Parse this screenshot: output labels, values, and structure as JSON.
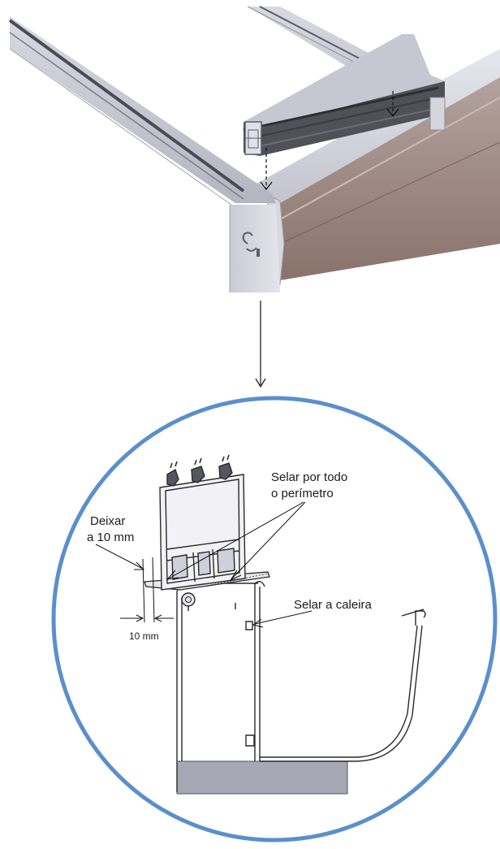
{
  "annotations": {
    "deixar_line1": "Deixar",
    "deixar_line2": "a 10 mm",
    "selar_perimetro_line1": "Selar por todo",
    "selar_perimetro_line2": "o perímetro",
    "selar_caleira": "Selar a caleira",
    "dimension": "10 mm"
  },
  "colors": {
    "circle_border": "#5b8fcb",
    "profile_stroke": "#2a2a2a",
    "wall_fill": "#a7a7b6",
    "aluminium_light": "#dfe0e8",
    "aluminium_mid": "#b9bac6",
    "aluminium_dark": "#6a6a72",
    "gutter_brown": "#9a8077"
  }
}
